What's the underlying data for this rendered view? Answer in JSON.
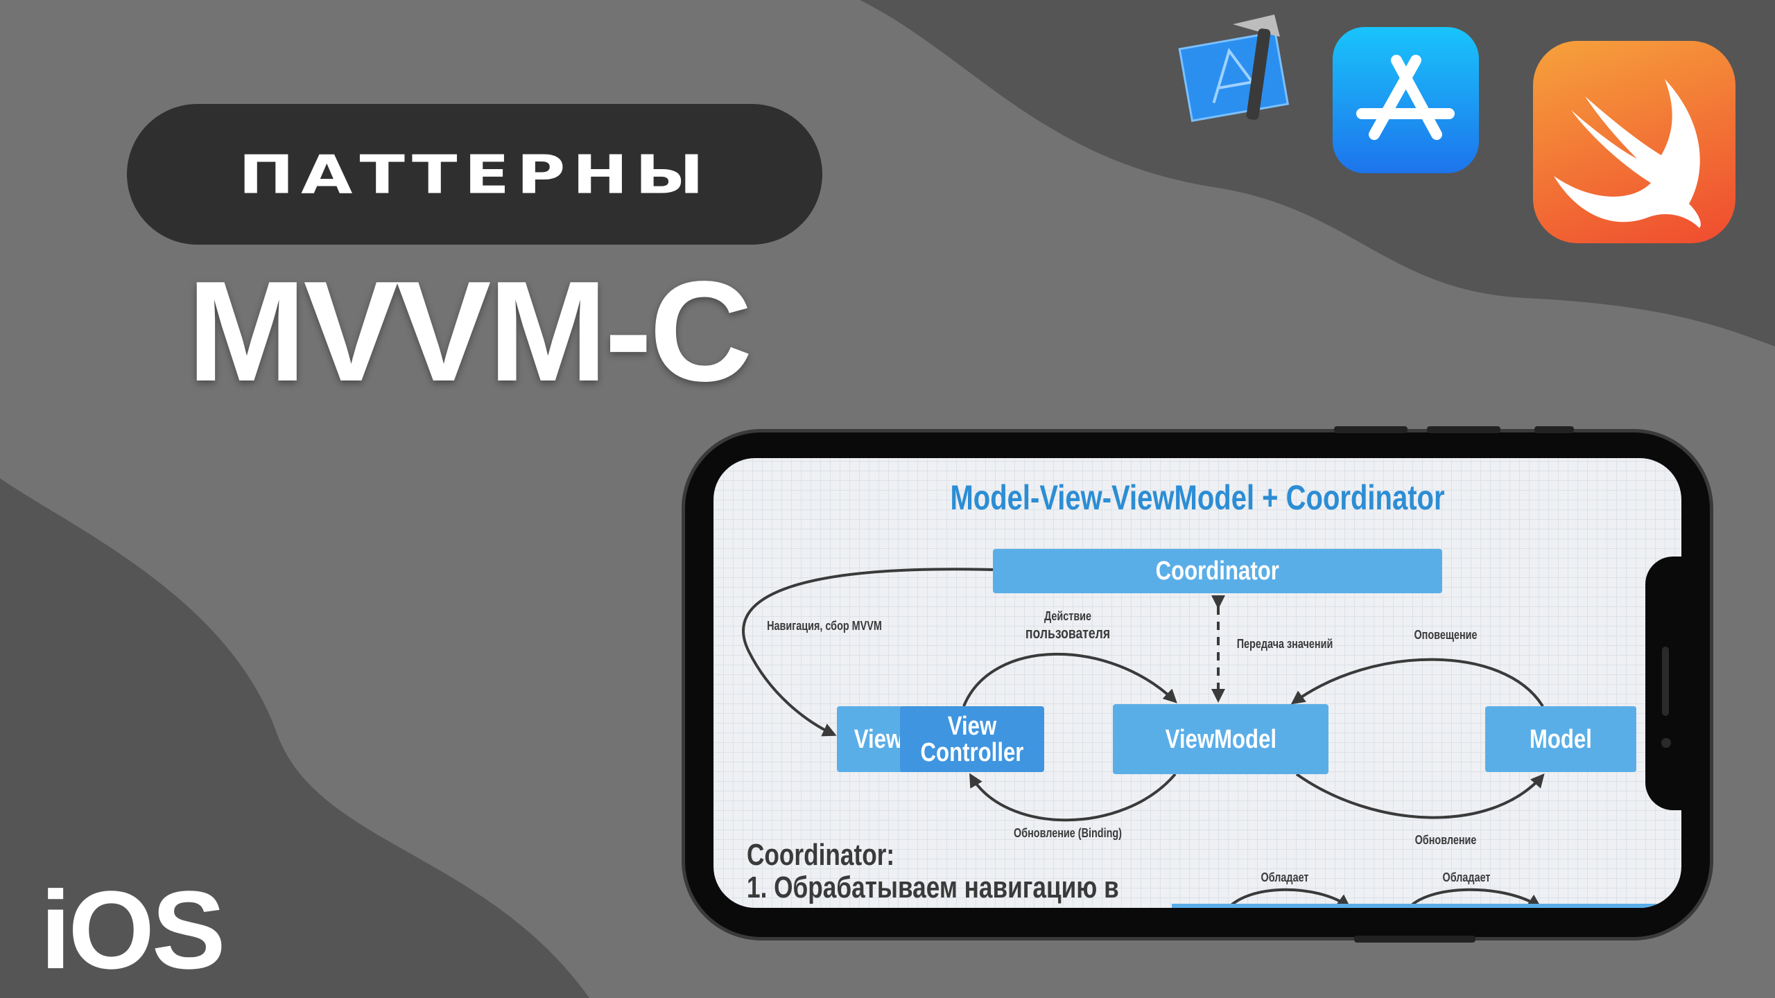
{
  "header": {
    "series_label": "ПАТТЕРНЫ",
    "title": "MVVM-C",
    "platform": "iOS"
  },
  "icons": [
    "xcode-icon",
    "app-store-icon",
    "swift-icon"
  ],
  "colors": {
    "background": "#737373",
    "dark_shape": "#555555",
    "pill": "#2f2f2f",
    "diagram_blue": "#5aaee8",
    "diagram_title": "#2c8dd4"
  },
  "diagram": {
    "title": "Model-View-ViewModel + Coordinator",
    "boxes": {
      "coordinator": "Coordinator",
      "view": "View",
      "view_controller": "View Controller",
      "viewmodel": "ViewModel",
      "model": "Model"
    },
    "labels": {
      "navigation": "Навигация, сбор MVVM",
      "action_1": "Действие",
      "action_2": "пользователя",
      "pass_values": "Передача значений",
      "notification": "Оповещение",
      "binding": "Обновление (Binding)",
      "update": "Обновление",
      "owns_1": "Обладает",
      "owns_2": "Обладает"
    },
    "notes": {
      "heading": "Coordinator:",
      "item_1": "1.   Обрабатываем навигацию в"
    }
  }
}
